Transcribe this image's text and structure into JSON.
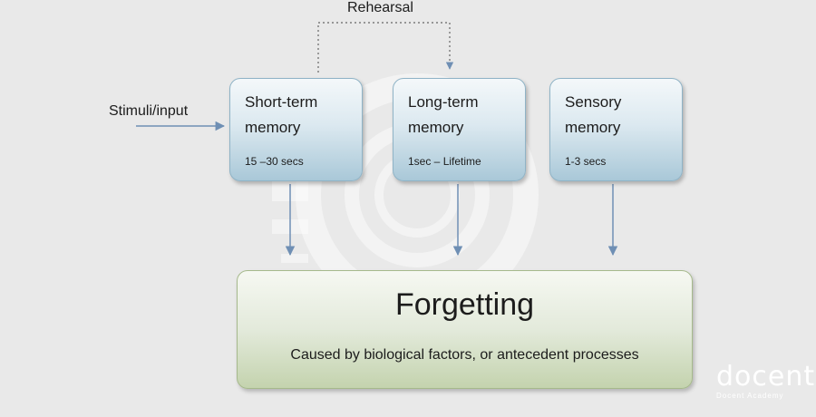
{
  "diagram": {
    "rehearsal_label": "Rehearsal",
    "input_label": "Stimuli/input",
    "boxes": [
      {
        "title": "Short-term\nmemory",
        "duration": "15 –30 secs"
      },
      {
        "title": "Long-term\nmemory",
        "duration": "1sec – Lifetime"
      },
      {
        "title": "Sensory\nmemory",
        "duration": "1-3 secs"
      }
    ],
    "forgetting": {
      "title": "Forgetting",
      "subtitle": "Caused by biological factors, or antecedent processes"
    }
  },
  "watermark": {
    "logo_text": "docent",
    "logo_subtext": "Docent Academy"
  },
  "colors": {
    "arrow": "#6f8fb4",
    "memory_box_border": "#8fb3c6",
    "forgetting_box_border": "#a6b98c"
  }
}
